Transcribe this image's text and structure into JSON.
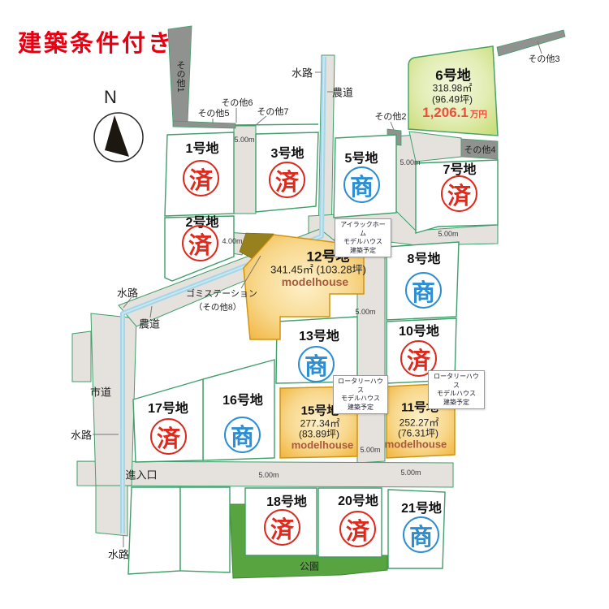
{
  "title": "建築条件付き",
  "compass": {
    "north": "N"
  },
  "labels": {
    "waterway": "水路",
    "farm_road": "農道",
    "city_road": "市道",
    "entrance": "進入口",
    "park": "公園",
    "garbage_station": "ゴミステーション",
    "garbage_station_sub": "（その他8）"
  },
  "dims": {
    "w5": "5.00m",
    "w4": "4.00m"
  },
  "others": {
    "o1": "その他1",
    "o2": "その他2",
    "o3": "その他3",
    "o4": "その他4",
    "o5": "その他5",
    "o6": "その他6",
    "o7": "その他7"
  },
  "stamps": {
    "sold": "済",
    "negotiating": "商"
  },
  "callouts": {
    "ailack": {
      "l1": "アイラックホーム",
      "l2": "モデルハウス",
      "l3": "建築予定"
    },
    "rotary": {
      "l1": "ロータリーハウス",
      "l2": "モデルハウス",
      "l3": "建築予定"
    }
  },
  "lots": {
    "l1": {
      "name": "1号地",
      "status": "済"
    },
    "l2": {
      "name": "2号地",
      "status": "済"
    },
    "l3": {
      "name": "3号地",
      "status": "済"
    },
    "l5": {
      "name": "5号地",
      "status": "商"
    },
    "l6": {
      "name": "6号地",
      "area": "318.98㎡",
      "tsubo": "(96.49坪)",
      "price": "1,206.1",
      "price_unit": "万円"
    },
    "l7": {
      "name": "7号地",
      "status": "済"
    },
    "l8": {
      "name": "8号地",
      "status": "商"
    },
    "l10": {
      "name": "10号地",
      "status": "済"
    },
    "l11": {
      "name": "11号地",
      "area": "252.27㎡",
      "tsubo": "(76.31坪)",
      "note": "modelhouse"
    },
    "l12": {
      "name": "12号地",
      "area": "341.45㎡ (103.28坪)",
      "note": "modelhouse"
    },
    "l13": {
      "name": "13号地",
      "status": "商"
    },
    "l15": {
      "name": "15号地",
      "area": "277.34㎡",
      "tsubo": "(83.89坪)",
      "note": "modelhouse"
    },
    "l16": {
      "name": "16号地",
      "status": "商"
    },
    "l17": {
      "name": "17号地",
      "status": "済"
    },
    "l18": {
      "name": "18号地",
      "status": "済"
    },
    "l20": {
      "name": "20号地",
      "status": "済"
    },
    "l21": {
      "name": "21号地",
      "status": "商"
    }
  },
  "colors": {
    "title_red": "#e60012",
    "stamp_sold_red": "#de2a1d",
    "stamp_negotiating_blue": "#2d8ed2",
    "highlight_lot_green": "#c9dd79",
    "highlight_lot_orange": "#f1b33b",
    "park_green": "#58a441",
    "road_gray": "#e5e2de",
    "other_parcel_gray": "#90928f",
    "waterway_blue": "#a6d7e8",
    "parcel_outline_green": "#3f9e6a",
    "price_red": "#e8503c",
    "modelhouse_text": "#a85a3a",
    "garbage_patch_olive": "#97811e"
  }
}
